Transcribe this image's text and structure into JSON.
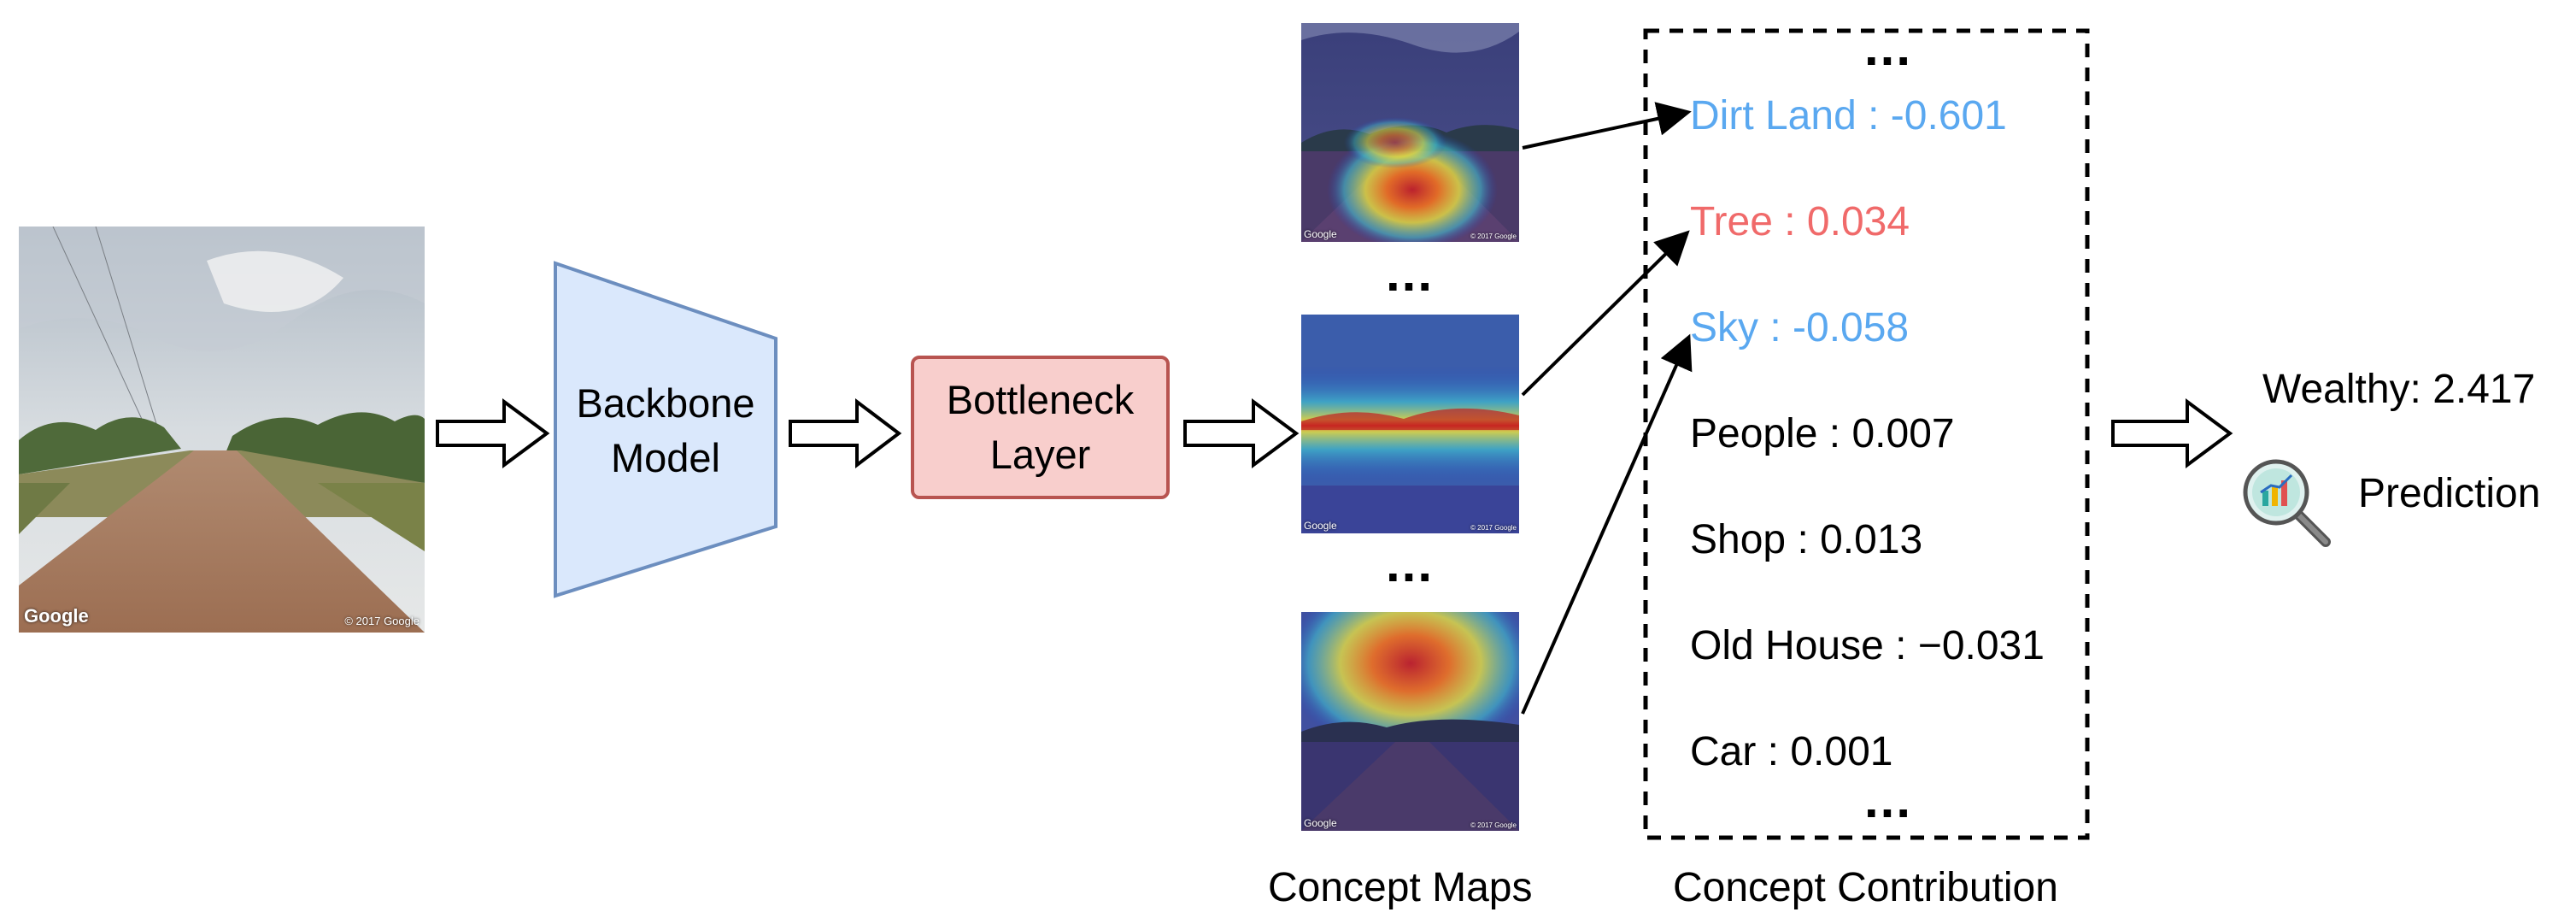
{
  "diagram": {
    "input_image": {
      "watermark_logo": "Google",
      "watermark_copyright": "© 2017 Google"
    },
    "backbone": {
      "label_line1": "Backbone",
      "label_line2": "Model"
    },
    "bottleneck": {
      "label_line1": "Bottleneck",
      "label_line2": "Layer"
    },
    "concept_maps": {
      "caption": "Concept Maps",
      "ellipsis": "...",
      "watermark_logo": "Google",
      "watermark_copyright": "© 2017 Google"
    },
    "concept_contribution": {
      "caption": "Concept Contribution",
      "ellipsis_top": "...",
      "ellipsis_bottom": "...",
      "items": [
        {
          "text": "Dirt Land : -0.601",
          "color": "#5aa8f0"
        },
        {
          "text": "Tree : 0.034",
          "color": "#f06a6a"
        },
        {
          "text": "Sky : -0.058",
          "color": "#5aa8f0"
        },
        {
          "text": "People : 0.007",
          "color": "#000000"
        },
        {
          "text": "Shop : 0.013",
          "color": "#000000"
        },
        {
          "text": "Old House : −0.031",
          "color": "#000000"
        },
        {
          "text": "Car : 0.001",
          "color": "#000000"
        }
      ]
    },
    "prediction": {
      "result": "Wealthy: 2.417",
      "label": "Prediction",
      "icon": "magnifier-chart-icon"
    },
    "colors": {
      "backbone_fill": "#dae8fc",
      "backbone_stroke": "#6c8ebf",
      "bottleneck_fill": "#f8cecc",
      "bottleneck_stroke": "#b85450",
      "negative": "#5aa8f0",
      "positive": "#f06a6a"
    }
  }
}
